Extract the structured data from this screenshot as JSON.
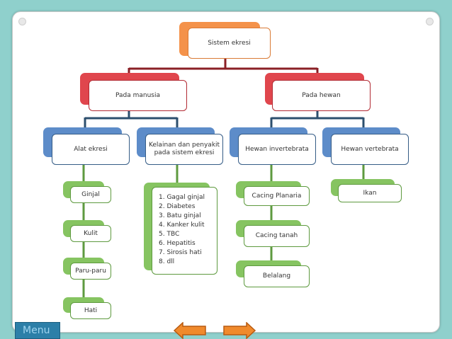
{
  "root": {
    "label": "Sistem ekresi"
  },
  "categories": [
    {
      "label": "Pada manusia"
    },
    {
      "label": "Pada hewan"
    }
  ],
  "subcategories": [
    {
      "label": "Alat ekresi"
    },
    {
      "label": "Kelainan dan penyakit pada sistem ekresi"
    },
    {
      "label": "Hewan invertebrata"
    },
    {
      "label": "Hewan vertebrata"
    }
  ],
  "organs": [
    "Ginjal",
    "Kulit",
    "Paru-paru",
    "Hati"
  ],
  "diseases": [
    "1. Gagal ginjal",
    "2. Diabetes",
    "3. Batu ginjal",
    "4. Kanker kulit",
    "5. TBC",
    "6. Hepatitis",
    "7. Sirosis hati",
    "8. dll"
  ],
  "invertebrates": [
    "Cacing Planaria",
    "Cacing tanah",
    "Belalang"
  ],
  "vertebrates": [
    "Ikan"
  ],
  "nav": {
    "menu_label": "Menu",
    "prev_icon": "arrow-left-icon",
    "next_icon": "arrow-right-icon"
  },
  "colors": {
    "root": "#f4924a",
    "category": "#e0464d",
    "sub": "#5d8cc9",
    "leaf": "#86c461",
    "line_red": "#8a1f25",
    "line_blue": "#2c4f6e",
    "line_green": "#5e9a3f",
    "menu": "#2c7fa8",
    "arrow": "#f08a2c"
  }
}
